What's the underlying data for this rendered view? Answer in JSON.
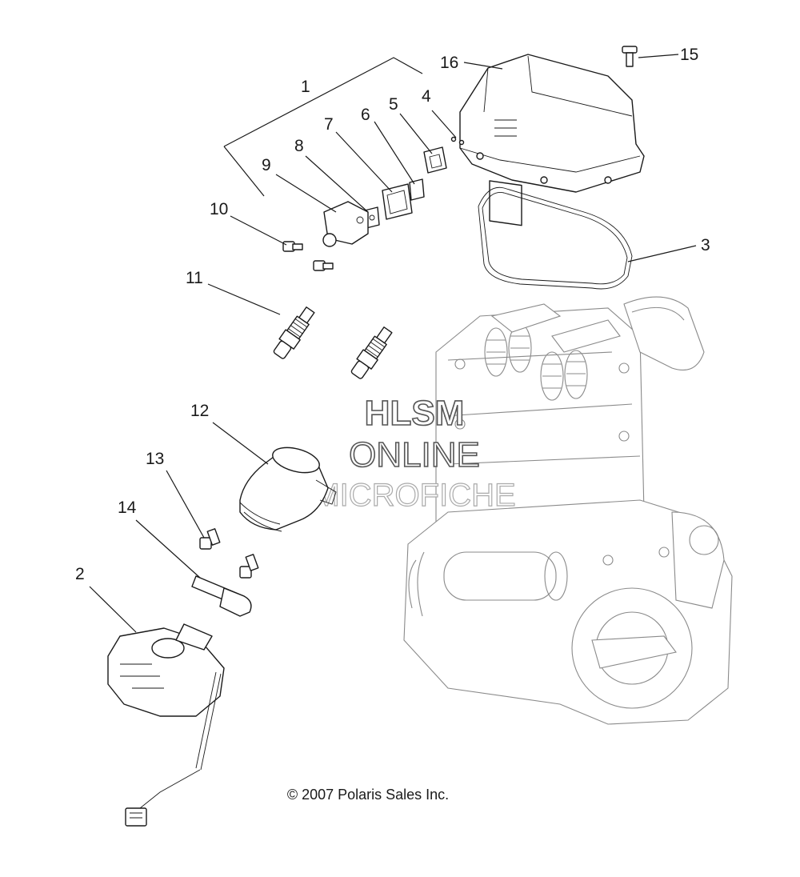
{
  "callouts": {
    "c1": "1",
    "c2": "2",
    "c3": "3",
    "c4": "4",
    "c5": "5",
    "c6": "6",
    "c7": "7",
    "c8": "8",
    "c9": "9",
    "c10": "10",
    "c11": "11",
    "c12": "12",
    "c13": "13",
    "c14": "14",
    "c15": "15",
    "c16": "16"
  },
  "watermark": {
    "line1": "HLSM",
    "line2": "ONLINE",
    "line3": "MICROFICHE"
  },
  "footer": {
    "copyright": "© 2007 Polaris Sales Inc."
  }
}
